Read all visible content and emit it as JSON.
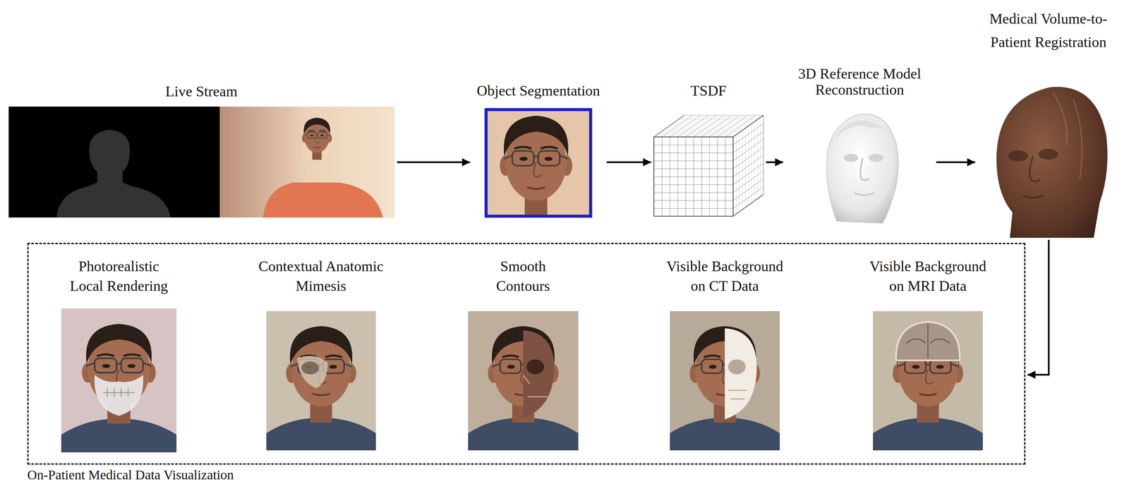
{
  "diagram": {
    "nodes": [
      {
        "text": [
          "Live Stream"
        ]
      },
      {
        "text": [
          "Object Segmentation"
        ]
      },
      {
        "text": [
          "TSDF"
        ]
      },
      {
        "text": [
          "3D Reference Model Reconstruction"
        ]
      },
      {
        "text": [
          "Medical Volume-to-Patient Registration"
        ]
      },
      {
        "text": [
          "On-Patient Medical Data Visualization"
        ]
      },
      {
        "text": [
          "Photorealistic Local Rendering"
        ],
        "in": 5
      },
      {
        "text": [
          "Contextual Anatomic Mimesis"
        ],
        "in": 5
      },
      {
        "text": [
          "Smooth Contours"
        ],
        "in": 5
      },
      {
        "text": [
          "Visible Background on CT Data"
        ],
        "in": 5
      },
      {
        "text": [
          "Visible Background on MRI Data"
        ],
        "in": 5
      }
    ],
    "edges": [
      {
        "from": 0,
        "to": 1,
        "arrow": "to"
      },
      {
        "from": 1,
        "to": 2,
        "arrow": "to"
      },
      {
        "from": 2,
        "to": 3,
        "arrow": "to"
      },
      {
        "from": 3,
        "to": 4,
        "arrow": "to"
      },
      {
        "from": 4,
        "to": 5,
        "arrow": "to"
      }
    ]
  }
}
